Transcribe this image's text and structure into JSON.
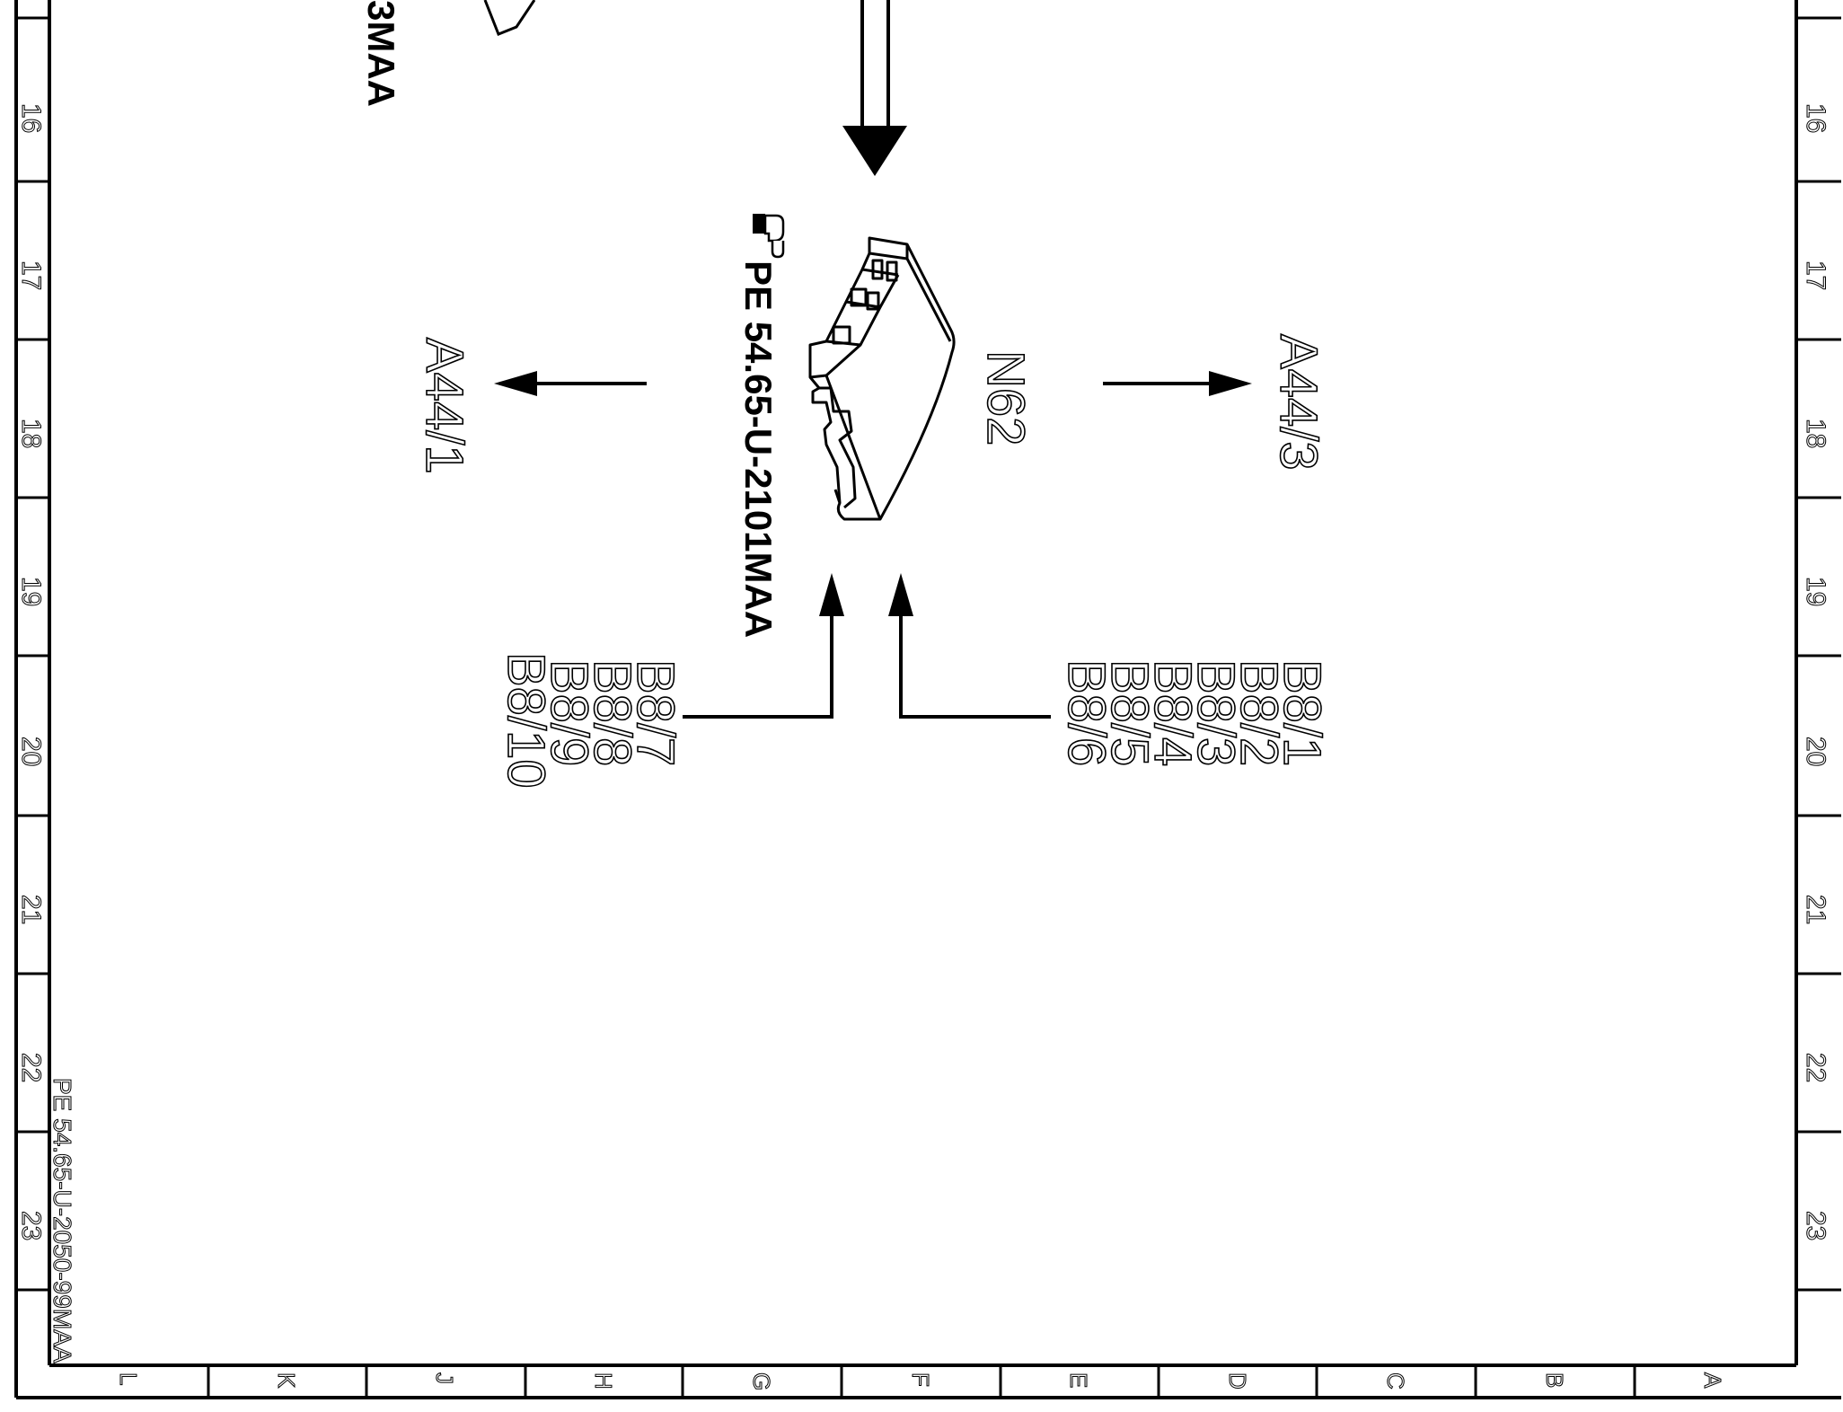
{
  "component": {
    "id": "N62",
    "part_ref": "PE 54.65-U-2101MAA"
  },
  "targets": {
    "left": "A44/1",
    "right": "A44/3"
  },
  "inputs": {
    "left_group": [
      "B8/7",
      "B8/8",
      "B8/9",
      "B8/10"
    ],
    "right_group": [
      "B8/1",
      "B8/2",
      "B8/3",
      "B8/4",
      "B8/5",
      "B8/6"
    ]
  },
  "top_partial_label": "3MAA",
  "footer_ref": "PE 54.65-U-2050-99MAA",
  "grid": {
    "rows": [
      "16",
      "17",
      "18",
      "19",
      "20",
      "21",
      "22",
      "23"
    ],
    "columns": [
      "L",
      "K",
      "J",
      "H",
      "G",
      "F",
      "E",
      "D",
      "C",
      "B",
      "A"
    ]
  }
}
